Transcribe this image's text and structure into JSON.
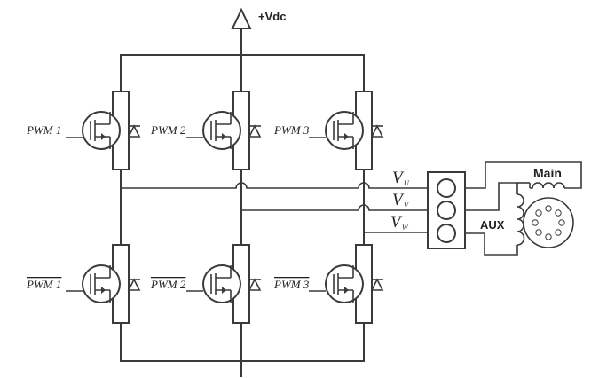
{
  "supply": {
    "label": "+Vdc"
  },
  "gates": {
    "high": [
      "PWM 1",
      "PWM 2",
      "PWM 3"
    ],
    "low": [
      "PWM 1",
      "PWM 2",
      "PWM 3"
    ]
  },
  "phases": [
    {
      "symbol": "V",
      "sub": "U"
    },
    {
      "symbol": "V",
      "sub": "V"
    },
    {
      "symbol": "V",
      "sub": "W"
    }
  ],
  "motor": {
    "main_label": "Main",
    "aux_label": "AUX"
  },
  "colors": {
    "line": "#3a3a3a",
    "text": "#222222",
    "background": "#ffffff"
  }
}
